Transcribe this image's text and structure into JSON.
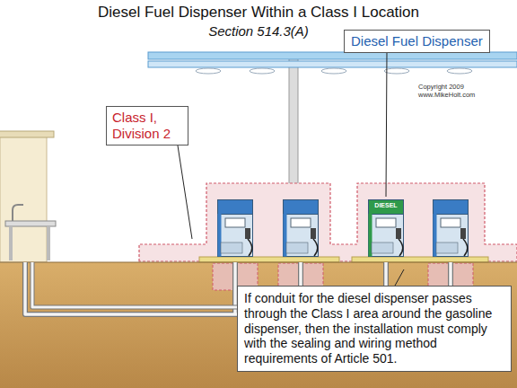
{
  "diagram": {
    "title": "Diesel Fuel Dispenser Within a Class I Location",
    "nodes": [
      {
        "text": [
          "Diesel Fuel Dispenser"
        ]
      },
      {
        "text": [
          "Class I, Division 2"
        ]
      },
      {
        "text": [
          "If conduit for the diesel dispenser passes through the Class I area around the gasoline dispenser, then the installation must comply with the sealing and wiring method requirements of Article 501."
        ]
      }
    ],
    "labels": [
      "Section 514.3(A)",
      "Copyright 2009 www.MikeHolt.com",
      "DIESEL"
    ]
  }
}
